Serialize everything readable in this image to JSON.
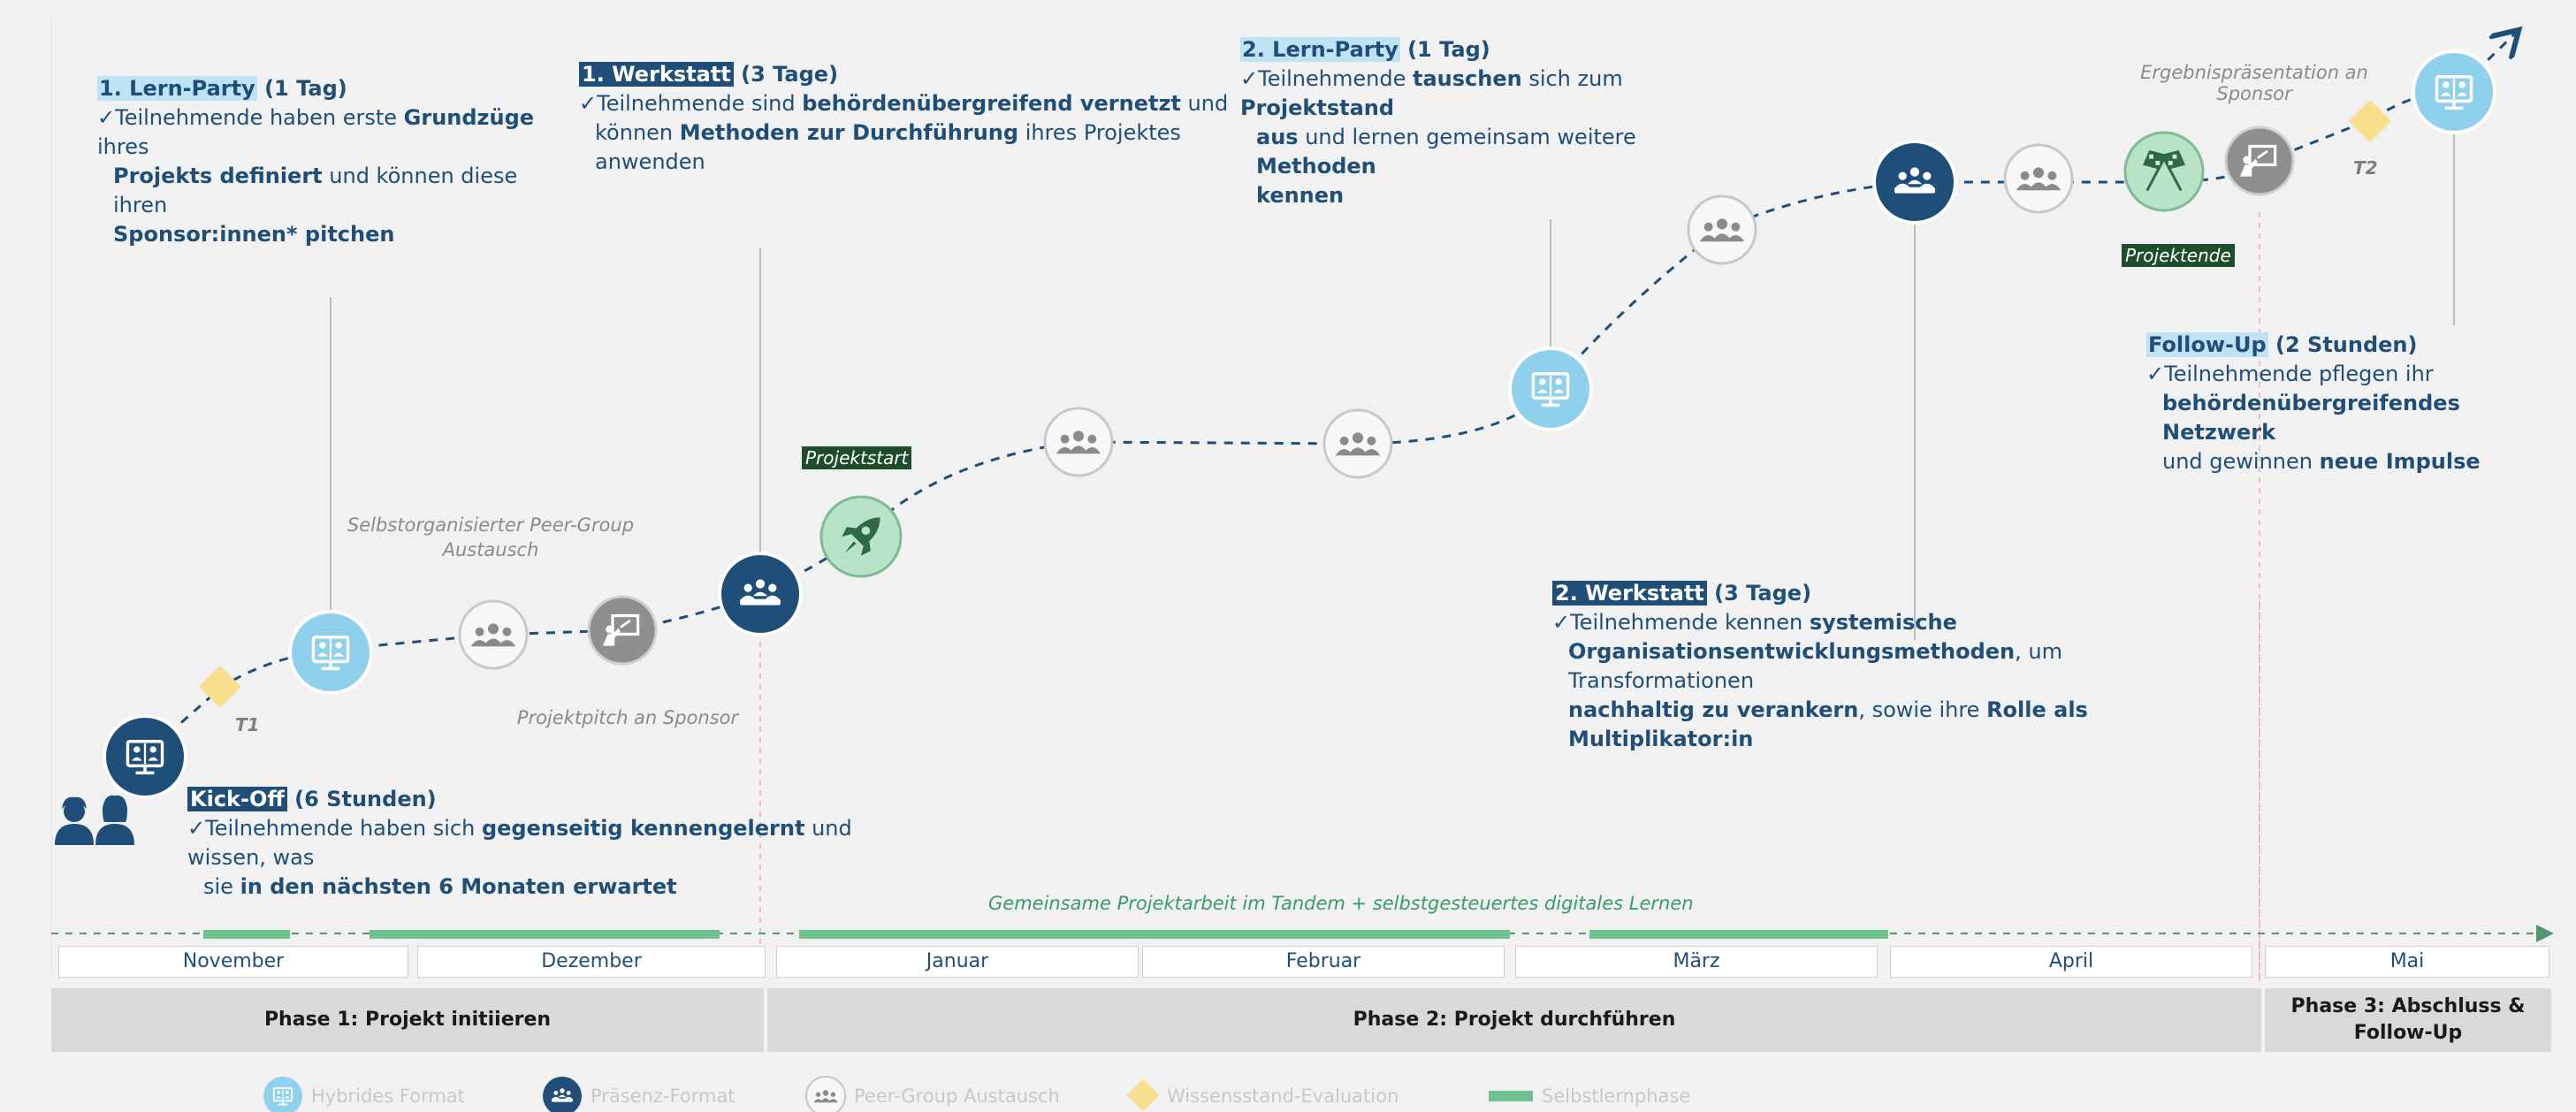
{
  "boxes": {
    "lern1": {
      "title": "1. Lern-Party",
      "dur": " (1 Tag)",
      "l1a": "✓Teilnehmende haben erste ",
      "l1b": "Grundzüge",
      "l1c": " ihres",
      "l2a": "Projekts definiert",
      "l2b": " und können diese ihren",
      "l3a": "Sponsor:innen* pitchen"
    },
    "werk1": {
      "title": "1. Werkstatt",
      "dur": " (3 Tage)",
      "l1a": "✓Teilnehmende sind ",
      "l1b": "behördenübergreifend vernetzt",
      "l1c": " und",
      "l2a": "können ",
      "l2b": "Methoden zur Durchführung",
      "l2c": " ihres Projektes anwenden"
    },
    "lern2": {
      "title": "2. Lern-Party",
      "dur": " (1 Tag)",
      "l1a": "✓Teilnehmende ",
      "l1b": "tauschen",
      "l1c": " sich zum ",
      "l1d": "Projektstand",
      "l2a": "aus",
      "l2b": " und lernen gemeinsam weitere ",
      "l2c": "Methoden",
      "l3a": "kennen"
    },
    "follow": {
      "title": "Follow-Up",
      "dur": " (2 Stunden)",
      "l1a": "✓Teilnehmende pflegen ihr",
      "l2a": "behördenübergreifendes Netzwerk",
      "l3a": "und gewinnen ",
      "l3b": "neue Impulse"
    },
    "werk2": {
      "title": "2. Werkstatt",
      "dur": " (3 Tage)",
      "l1a": "✓Teilnehmende kennen ",
      "l1b": "systemische",
      "l2a": "Organisationsentwicklungsmethoden",
      "l2b": ", um Transformationen",
      "l3a": "nachhaltig zu verankern",
      "l3b": ", sowie ihre ",
      "l3c": "Rolle als Multiplikator:in"
    },
    "kick": {
      "title": "Kick-Off",
      "dur": " (6 Stunden)",
      "l1a": "✓Teilnehmende haben sich ",
      "l1b": "gegenseitig kennengelernt",
      "l1c": " und wissen, was",
      "l2a": "sie ",
      "l2b": "in den nächsten 6 Monaten erwartet"
    }
  },
  "annotations": {
    "peer": "Selbstorganisierter Peer-Group\nAustausch",
    "pitch": "Projektpitch an Sponsor",
    "ergebnis": "Ergebnispräsentation an Sponsor",
    "projektstart": "Projektstart",
    "projektende": "Projektende",
    "t1": "T1",
    "t2": "T2",
    "gemeinsam": "Gemeinsame Projektarbeit im Tandem + selbstgesteuertes digitales Lernen"
  },
  "months": [
    "November",
    "Dezember",
    "Januar",
    "Februar",
    "März",
    "April",
    "Mai"
  ],
  "phases": [
    "Phase 1: Projekt initiieren",
    "Phase 2: Projekt durchführen",
    "Phase 3: Abschluss & Follow-Up"
  ],
  "legend": [
    "Hybrides Format",
    "Präsenz-Format",
    "Peer-Group Austausch",
    "Wissensstand-Evaluation",
    "Selbstlernphase"
  ],
  "colors": {
    "dark_blue": "#1f4e79",
    "light_blue": "#8fd0ec",
    "gray": "#a6a6a6",
    "green": "#4e9a6b",
    "diamond": "#f7df8e",
    "highlight": "#bfe3f5"
  },
  "icons": {
    "hybrid": "screen-people-icon",
    "presence": "group-meeting-icon",
    "peer": "people-group-icon",
    "pitch": "presentation-icon",
    "start": "rocket-icon",
    "end": "checkered-flags-icon",
    "participants": "two-people-icon"
  }
}
